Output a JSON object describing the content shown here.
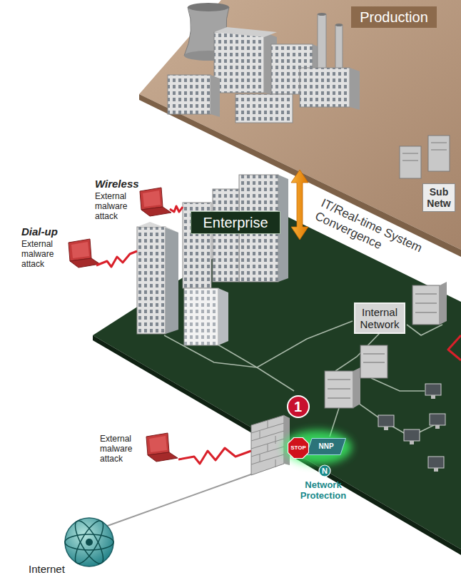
{
  "diagram": {
    "nodes": [
      {
        "text": [
          "Production"
        ]
      },
      {
        "text": [
          "Sub Netw"
        ]
      },
      {
        "text": [
          "Enterprise"
        ]
      },
      {
        "text": [
          "Internal Network"
        ]
      },
      {
        "text": [
          "STOP"
        ]
      },
      {
        "text": [
          "NNP"
        ]
      },
      {
        "text": [
          "N"
        ]
      }
    ],
    "labels": [
      "Wireless",
      "External malware attack",
      "Dial-up",
      "External malware attack",
      "IT/Real-time System Convergence",
      "1",
      "Network Protection",
      "External malware attack",
      "Internet"
    ]
  }
}
